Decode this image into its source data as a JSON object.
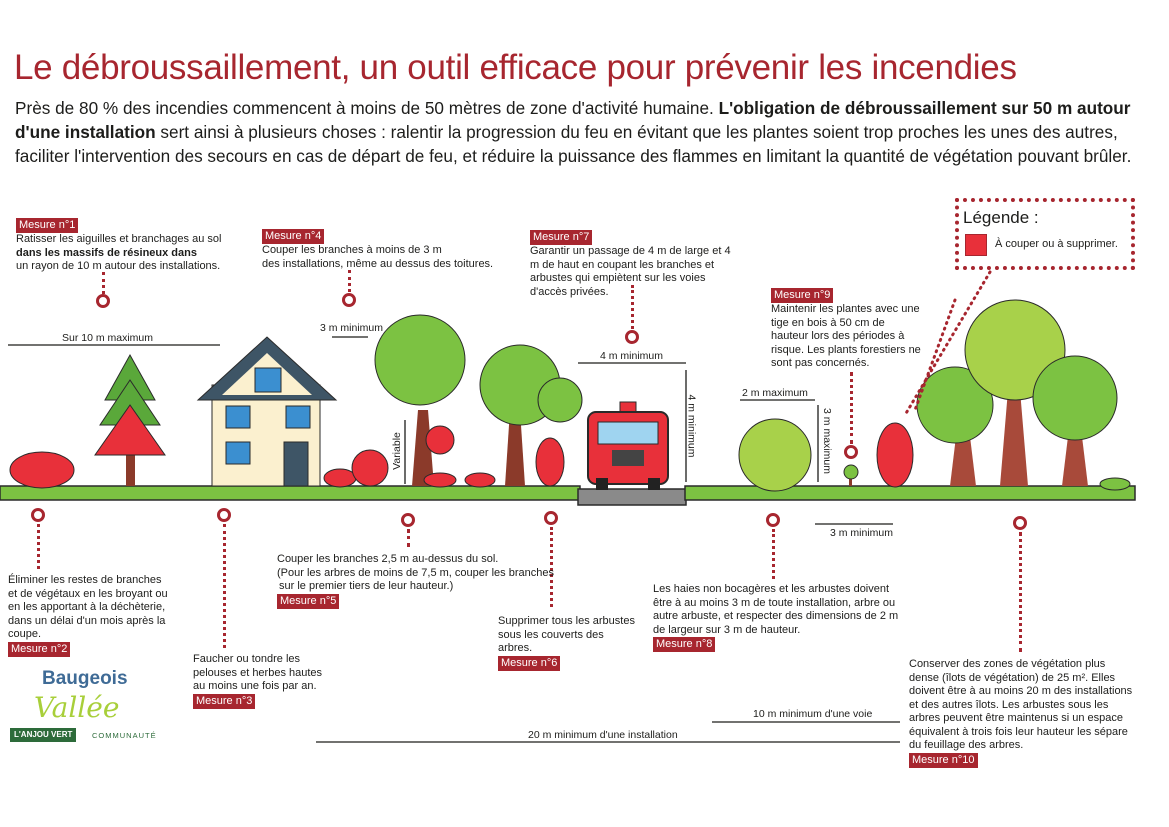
{
  "title": "Le débroussaillement, un outil efficace pour prévenir les incendies",
  "intro": {
    "part1": "Près de 80 % des incendies commencent à moins de 50 mètres de zone d'activité humaine. ",
    "bold": "L'obligation de débroussaillement sur 50 m autour d'une installation",
    "part2": " sert ainsi à plusieurs choses : ralentir la progression du feu en évitant que les plantes soient trop proches les unes des autres, faciliter l'intervention des secours en cas de départ de feu, et réduire la puissance des flammes en limitant la quantité de végétation pouvant brûler."
  },
  "legend": {
    "title": "Légende :",
    "item": "À couper ou à supprimer.",
    "color": "#e8303a"
  },
  "measures": {
    "m1": {
      "tag": "Mesure n°1",
      "l1": "Ratisser les aiguilles et branchages au sol",
      "l2": "dans les massifs de résineux dans",
      "l3": "un rayon de 10 m autour des installations."
    },
    "m2": {
      "tag": "Mesure n°2",
      "text": "Éliminer les restes de branches et de végétaux en les broyant ou en les apportant à la déchèterie, dans un délai d'un mois après la coupe."
    },
    "m3": {
      "tag": "Mesure n°3",
      "text": "Faucher ou tondre les pelouses et herbes hautes au moins une fois par an."
    },
    "m4": {
      "tag": "Mesure n°4",
      "l1": "Couper les branches à moins de 3 m",
      "l2": "des installations, même au dessus des toitures."
    },
    "m5": {
      "tag": "Mesure n°5",
      "l1": "Couper les branches 2,5 m au-dessus du sol.",
      "l2": "(Pour les arbres de moins de 7,5 m, couper les branches",
      "l3": "sur le premier tiers de leur hauteur.)"
    },
    "m6": {
      "tag": "Mesure n°6",
      "text": "Supprimer tous les arbustes sous les couverts des arbres."
    },
    "m7": {
      "tag": "Mesure n°7",
      "text": "Garantir un passage de 4 m de large et 4 m de haut en coupant les branches et arbustes qui empiètent sur les voies d'accès privées."
    },
    "m8": {
      "tag": "Mesure n°8",
      "text": "Les haies non bocagères et les arbustes doivent être à au moins 3 m de toute installation, arbre ou autre arbuste, et respecter des dimensions de 2 m de largeur sur 3 m de hauteur."
    },
    "m9": {
      "tag": "Mesure n°9",
      "text": "Maintenir les plantes avec une tige en bois à 50 cm de hauteur lors des périodes à risque. Les plants forestiers ne sont pas concernés."
    },
    "m10": {
      "tag": "Mesure n°10",
      "text": "Conserver des zones de végétation plus dense (îlots de végétation) de 25 m². Elles doivent être à au moins 20 m des installations et des autres îlots. Les arbustes sous les arbres peuvent être maintenus si un espace équivalent à trois fois leur hauteur les sépare du feuillage des arbres."
    }
  },
  "dimensions": {
    "sur10": "Sur 10 m maximum",
    "m3min_top": "3 m minimum",
    "m4min_h": "4 m minimum",
    "m4min_v": "4 m minimum",
    "variable": "Variable",
    "m2max": "2 m maximum",
    "m3max": "3 m maximum",
    "m3min_bottom": "3 m minimum",
    "m10voie": "10 m minimum d'une voie",
    "m20inst": "20 m minimum d'une installation"
  },
  "logo": {
    "line1": "Baugeois",
    "line2": "Vallée",
    "tagline1": "L'ANJOU VERT",
    "tagline2": "COMMUNAUTÉ"
  },
  "colors": {
    "accent": "#a7262f",
    "grass": "#7cc242",
    "cut": "#e8303a",
    "road": "#8a8a8a"
  }
}
